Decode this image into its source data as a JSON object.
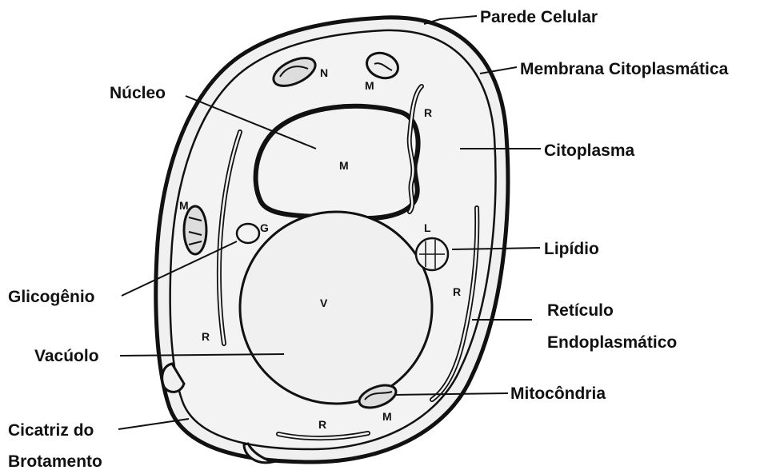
{
  "labels": {
    "parede_celular": "Parede Celular",
    "membrana": "Membrana Citoplasmática",
    "nucleo": "Núcleo",
    "citoplasma": "Citoplasma",
    "lipidio": "Lipídio",
    "glicogenio": "Glicogênio",
    "reticulo_line1": "Retículo",
    "reticulo_line2": "Endoplasmático",
    "vacuolo": "Vacúolo",
    "mitocondria": "Mitocôndria",
    "cicatriz_line1": "Cicatriz do",
    "cicatriz_line2": "Brotamento"
  },
  "letters": {
    "m": "M",
    "n": "N",
    "r": "R",
    "l": "L",
    "g": "G",
    "v": "V"
  },
  "colors": {
    "cell_fill": "#f0f0f0",
    "stroke": "#111111"
  }
}
